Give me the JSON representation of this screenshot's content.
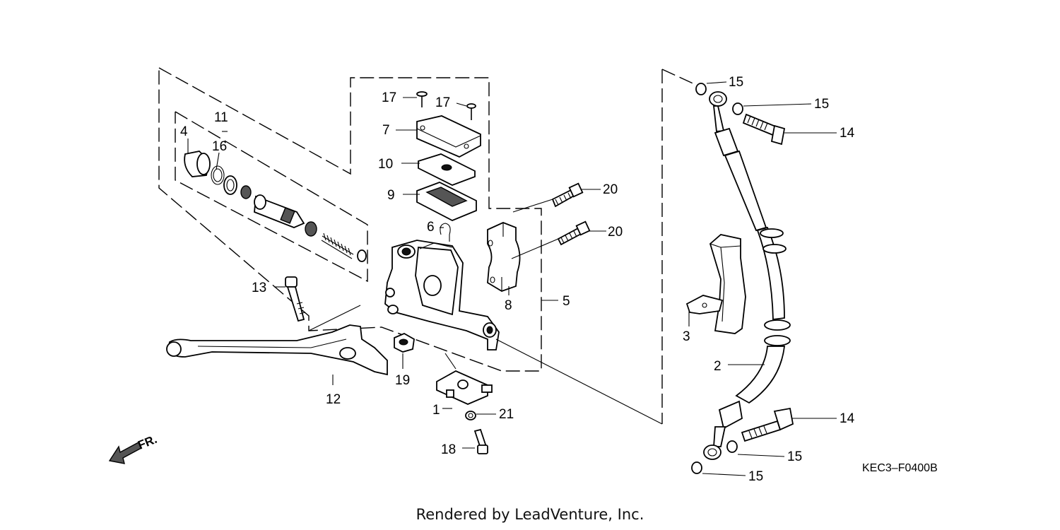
{
  "diagram": {
    "callouts": {
      "p1": "1",
      "p2": "2",
      "p3": "3",
      "p4": "4",
      "p5": "5",
      "p6": "6",
      "p7": "7",
      "p8": "8",
      "p9": "9",
      "p10": "10",
      "p11": "11",
      "p12": "12",
      "p13": "13",
      "p14a": "14",
      "p14b": "14",
      "p15a": "15",
      "p15b": "15",
      "p15c": "15",
      "p15d": "15",
      "p16": "16",
      "p17a": "17",
      "p17b": "17",
      "p18": "18",
      "p19": "19",
      "p20a": "20",
      "p20b": "20",
      "p21": "21"
    },
    "direction_label": "FR.",
    "diagram_code": "KEC3–F0400B",
    "credit": "Rendered by LeadVenture, Inc."
  }
}
